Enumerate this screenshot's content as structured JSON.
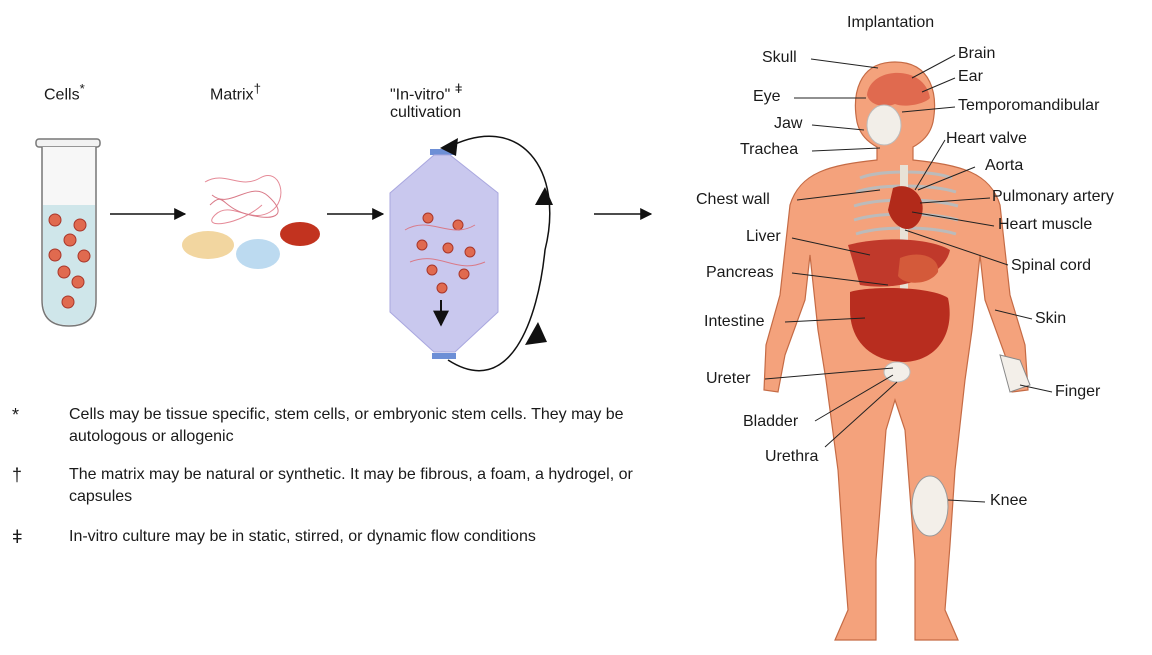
{
  "process": {
    "cells_label": "Cells",
    "cells_mark": "*",
    "matrix_label": "Matrix",
    "matrix_mark": "†",
    "culture_label_line1": "\"In-vitro\"",
    "culture_mark": "ǂ",
    "culture_label_line2": "cultivation",
    "implantation_label": "Implantation"
  },
  "notes": [
    {
      "symbol": "*",
      "text": "Cells may be tissue specific, stem cells, or embryonic stem cells. They may be autologous or allogenic"
    },
    {
      "symbol": "†",
      "text": "The matrix may be natural or synthetic. It may be fibrous, a foam, a hydrogel, or capsules"
    },
    {
      "symbol": "ǂ",
      "text": "In-vitro culture may be in static, stirred, or dynamic flow conditions"
    }
  ],
  "body_labels": {
    "skull": "Skull",
    "brain": "Brain",
    "ear": "Ear",
    "eye": "Eye",
    "temporomandibular": "Temporomandibular",
    "jaw": "Jaw",
    "heart_valve": "Heart valve",
    "trachea": "Trachea",
    "aorta": "Aorta",
    "chest_wall": "Chest wall",
    "pulmonary_artery": "Pulmonary artery",
    "heart_muscle": "Heart muscle",
    "liver": "Liver",
    "spinal_cord": "Spinal cord",
    "pancreas": "Pancreas",
    "skin": "Skin",
    "intestine": "Intestine",
    "ureter": "Ureter",
    "finger": "Finger",
    "bladder": "Bladder",
    "urethra": "Urethra",
    "knee": "Knee"
  },
  "colors": {
    "skin": "#f4a27c",
    "organ": "#c0392b",
    "tube_fluid": "#cfe6ea",
    "bioreactor": "#c9c8ee",
    "cell": "#e06a4f"
  }
}
